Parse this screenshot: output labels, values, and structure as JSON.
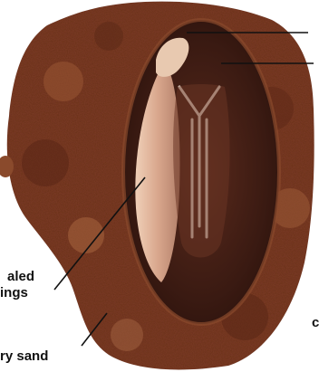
{
  "labels": {
    "sealed_line1": "aled",
    "sealed_line2": "ings",
    "dry_sand": "ry sand",
    "edge_fragment": "c"
  },
  "colors": {
    "background": "#ffffff",
    "soil_dark": "#6b2e1a",
    "soil_mid": "#8a4a2c",
    "soil_light": "#a86a45",
    "chamber_dark": "#3a1a12",
    "pupa_pale": "#d9a78d",
    "pupa_head": "#e8c9b0",
    "leader_line": "#111111"
  },
  "icons": [
    "cocoon-cell-illustration"
  ]
}
